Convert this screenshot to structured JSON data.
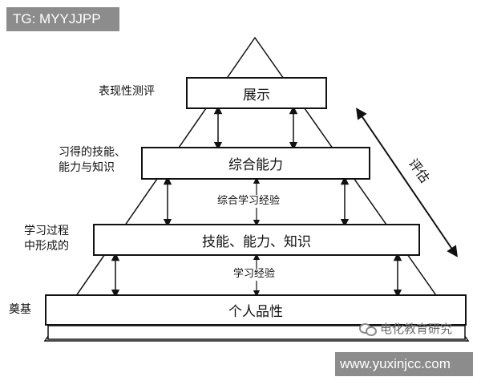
{
  "watermark_top": "TG: MYYJJPP",
  "watermark_bottom_url": "www.yuxinjcc.com",
  "watermark_logo_text": "电化教育研究",
  "levels": [
    {
      "box_label": "展示",
      "side_label": [
        "表现性测评"
      ]
    },
    {
      "box_label": "综合能力",
      "side_label": [
        "习得的技能、",
        "能力与知识"
      ]
    },
    {
      "box_label": "技能、能力、知识",
      "side_label": [
        "学习过程",
        "中形成的"
      ]
    },
    {
      "box_label": "个人品性",
      "side_label": [
        "奠基"
      ]
    }
  ],
  "connector_labels": [
    "综合学习经验",
    "学习经验"
  ],
  "evaluation_label": "评估"
}
